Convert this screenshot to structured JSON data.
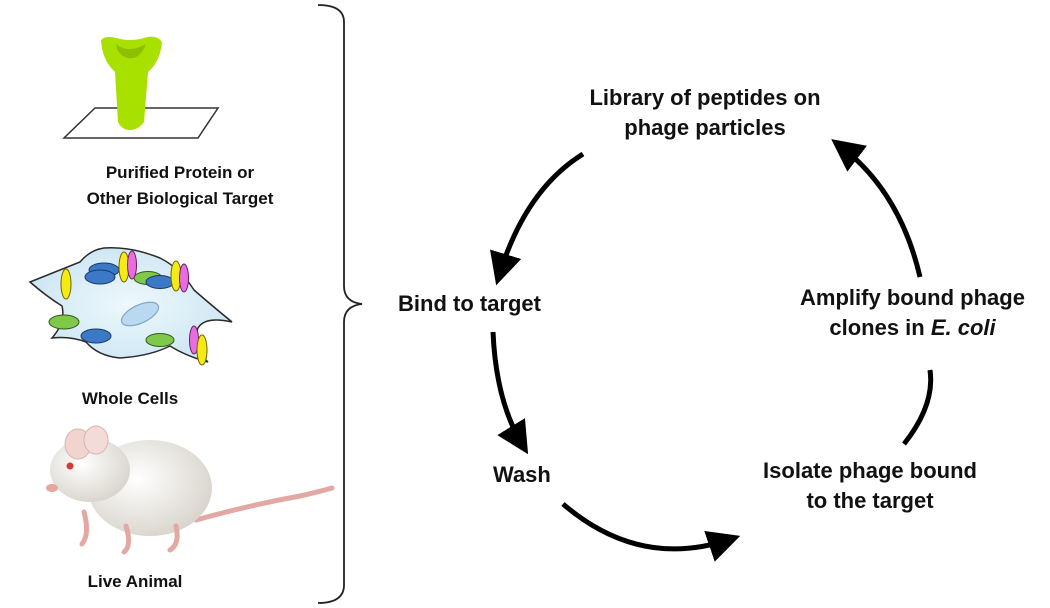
{
  "targets": [
    {
      "line1": "Purified Protein or",
      "line2": "Other Biological Target",
      "icon": "protein-on-plate"
    },
    {
      "line1": "Whole Cells",
      "icon": "cell"
    },
    {
      "line1": "Live Animal",
      "icon": "mouse"
    }
  ],
  "cycle": {
    "library": {
      "line1": "Library of peptides on",
      "line2": "phage particles"
    },
    "bind": "Bind to target",
    "wash": "Wash",
    "isolate": {
      "line1": "Isolate phage bound",
      "line2": "to the target"
    },
    "amplify": {
      "line1": "Amplify bound phage",
      "line2_prefix": "clones in ",
      "line2_italic": "E. coli"
    }
  },
  "colors": {
    "protein": "#a8e000",
    "cell_body": "#dbeef7",
    "receptor_yellow": "#f5ea12",
    "receptor_green": "#7fc84a",
    "receptor_blue": "#3b78c5",
    "receptor_pink": "#e86ee0",
    "mouse_fur": "#f2f0ec",
    "mouse_tail": "#e3a8a3",
    "arrow": "#000000"
  }
}
